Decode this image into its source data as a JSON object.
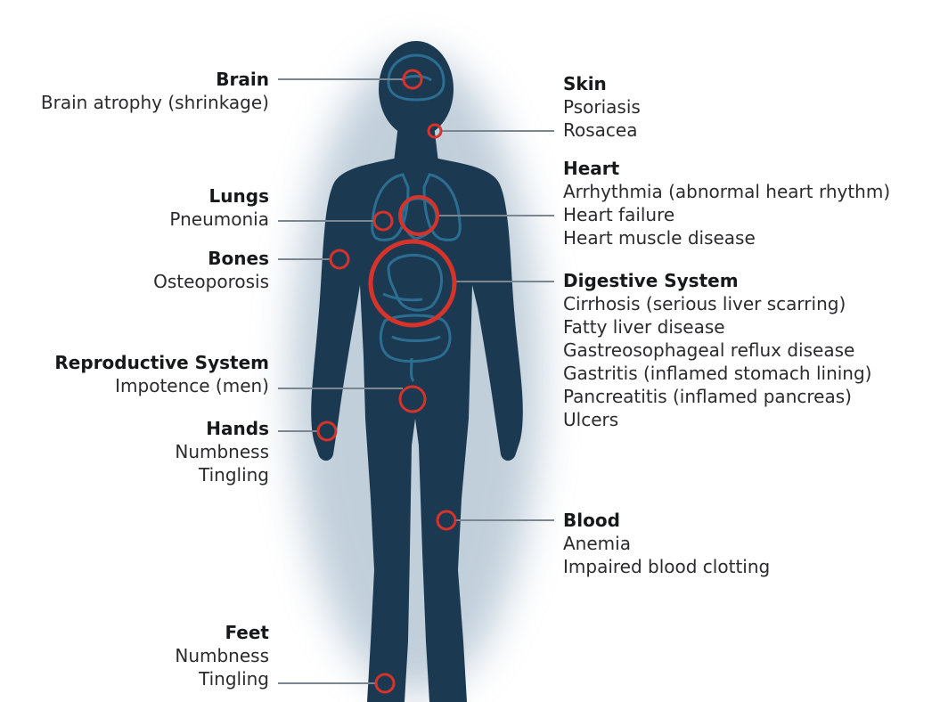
{
  "colors": {
    "body": "#1b3a52",
    "body_glow": "#8fa8bd",
    "organ_outline": "#2c6e92",
    "marker": "#d8332b",
    "leader": "#7a8791",
    "text": "#1d1d1f"
  },
  "callouts": {
    "brain": {
      "title": "Brain",
      "items": [
        "Brain atrophy (shrinkage)"
      ]
    },
    "lungs": {
      "title": "Lungs",
      "items": [
        "Pneumonia"
      ]
    },
    "bones": {
      "title": "Bones",
      "items": [
        "Osteoporosis"
      ]
    },
    "reproductive": {
      "title": "Reproductive System",
      "items": [
        "Impotence (men)"
      ]
    },
    "hands": {
      "title": "Hands",
      "items": [
        "Numbness",
        "Tingling"
      ]
    },
    "feet": {
      "title": "Feet",
      "items": [
        "Numbness",
        "Tingling"
      ]
    },
    "skin": {
      "title": "Skin",
      "items": [
        "Psoriasis",
        "Rosacea"
      ]
    },
    "heart": {
      "title": "Heart",
      "items": [
        "Arrhythmia (abnormal heart rhythm)",
        "Heart failure",
        "Heart muscle disease"
      ]
    },
    "digestive": {
      "title": "Digestive System",
      "items": [
        "Cirrhosis (serious liver scarring)",
        "Fatty liver disease",
        "Gastreosophageal reflux disease",
        "Gastritis (inflamed stomach lining)",
        "Pancreatitis (inflamed pancreas)",
        "Ulcers"
      ]
    },
    "blood": {
      "title": "Blood",
      "items": [
        "Anemia",
        "Impaired blood clotting"
      ]
    }
  }
}
